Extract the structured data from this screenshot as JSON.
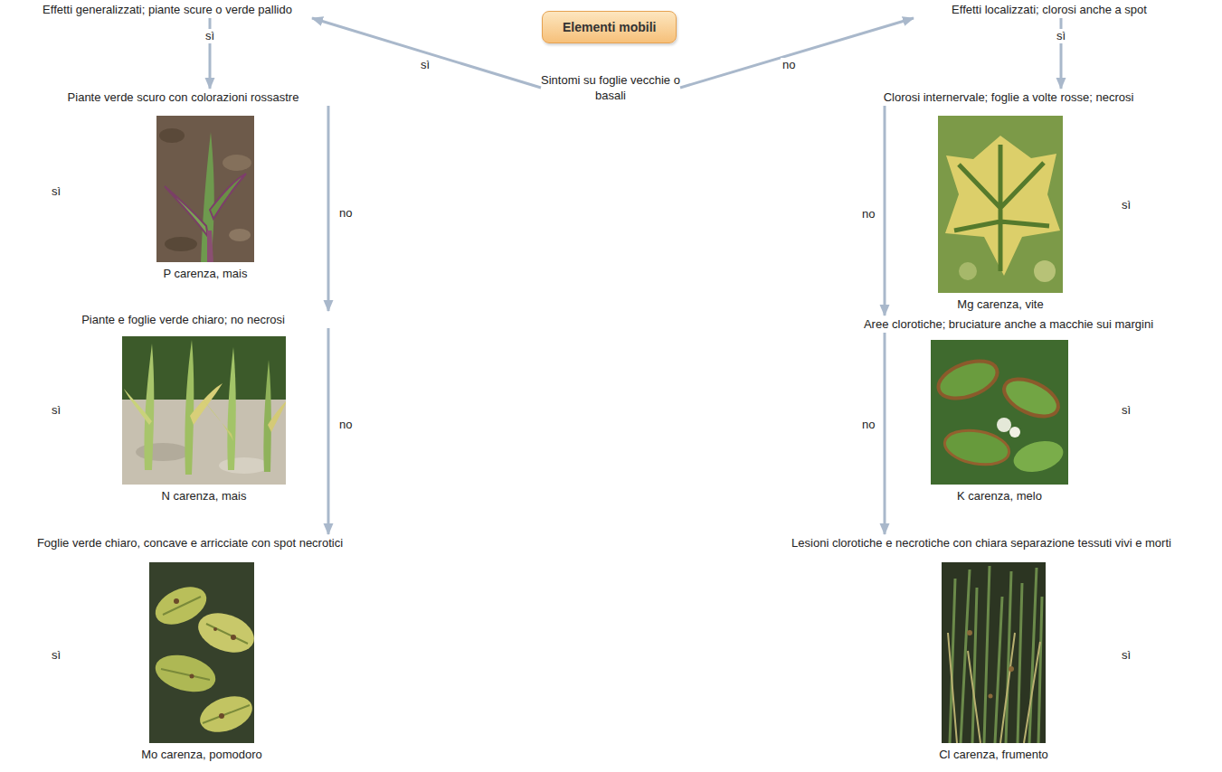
{
  "diagram": {
    "nodes": [
      {
        "text": [
          "Elementi mobili"
        ]
      },
      {
        "text": [
          "Sintomi su foglie vecchie o basali"
        ]
      },
      {
        "text": [
          "Effetti generalizzati; piante scure o verde pallido"
        ]
      },
      {
        "text": [
          "Piante verde scuro con colorazioni rossastre"
        ]
      },
      {
        "text": [
          "P carenza, mais"
        ]
      },
      {
        "text": [
          "Piante e foglie verde chiaro; no necrosi"
        ]
      },
      {
        "text": [
          "N carenza, mais"
        ]
      },
      {
        "text": [
          "Foglie verde chiaro, concave e arricciate con spot necrotici"
        ]
      },
      {
        "text": [
          "Mo carenza, pomodoro"
        ]
      },
      {
        "text": [
          "Effetti localizzati; clorosi anche a spot"
        ]
      },
      {
        "text": [
          "Clorosi internervale; foglie a volte rosse; necrosi"
        ]
      },
      {
        "text": [
          "Mg carenza, vite"
        ]
      },
      {
        "text": [
          "Aree clorotiche; bruciature anche a macchie sui margini"
        ]
      },
      {
        "text": [
          "K carenza, melo"
        ]
      },
      {
        "text": [
          "Lesioni clorotiche e necrotiche con chiara separazione tessuti vivi e morti"
        ]
      },
      {
        "text": [
          "Cl carenza, frumento"
        ]
      }
    ],
    "edges": [
      {
        "from": 1,
        "to": 2,
        "arrow": "to",
        "label": "sì"
      },
      {
        "from": 1,
        "to": 9,
        "arrow": "to",
        "label": "no"
      },
      {
        "from": 2,
        "to": 3,
        "arrow": "to",
        "label": "sì"
      },
      {
        "from": 3,
        "to": 5,
        "arrow": "to",
        "label": "no"
      },
      {
        "from": 5,
        "to": 7,
        "arrow": "to",
        "label": "no"
      },
      {
        "from": 9,
        "to": 10,
        "arrow": "to",
        "label": "sì"
      },
      {
        "from": 10,
        "to": 12,
        "arrow": "to",
        "label": "no"
      },
      {
        "from": 12,
        "to": 14,
        "arrow": "to",
        "label": "no"
      }
    ],
    "labels": [
      "sì",
      "sì",
      "sì",
      "sì",
      "sì",
      "sì"
    ]
  }
}
